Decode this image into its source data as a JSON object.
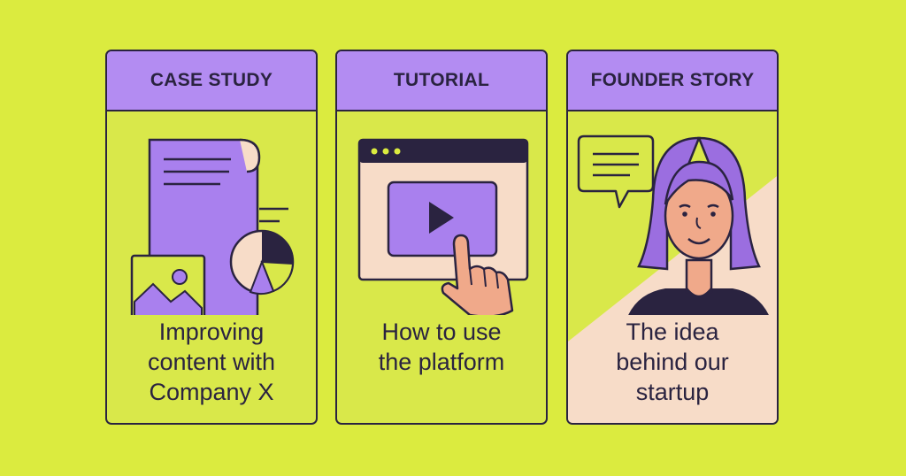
{
  "cards": [
    {
      "label": "CASE STUDY",
      "title_lines": [
        "Improving",
        "content with",
        "Company X"
      ],
      "icons": [
        "document-icon",
        "pie-chart-icon",
        "image-icon"
      ]
    },
    {
      "label": "TUTORIAL",
      "title_lines": [
        "How to use",
        "the platform"
      ],
      "icons": [
        "browser-window-icon",
        "play-button-icon",
        "pointing-hand-icon"
      ]
    },
    {
      "label": "FOUNDER STORY",
      "title_lines": [
        "The idea",
        "behind our",
        "startup"
      ],
      "icons": [
        "speech-bubble-icon",
        "person-avatar-icon"
      ]
    }
  ],
  "colors": {
    "background": "#dbeb3f",
    "card": "#d9e84a",
    "header": "#b38cf2",
    "purple": "#9b6ee0",
    "dark": "#2a2340",
    "peach": "#f7dcc8"
  }
}
